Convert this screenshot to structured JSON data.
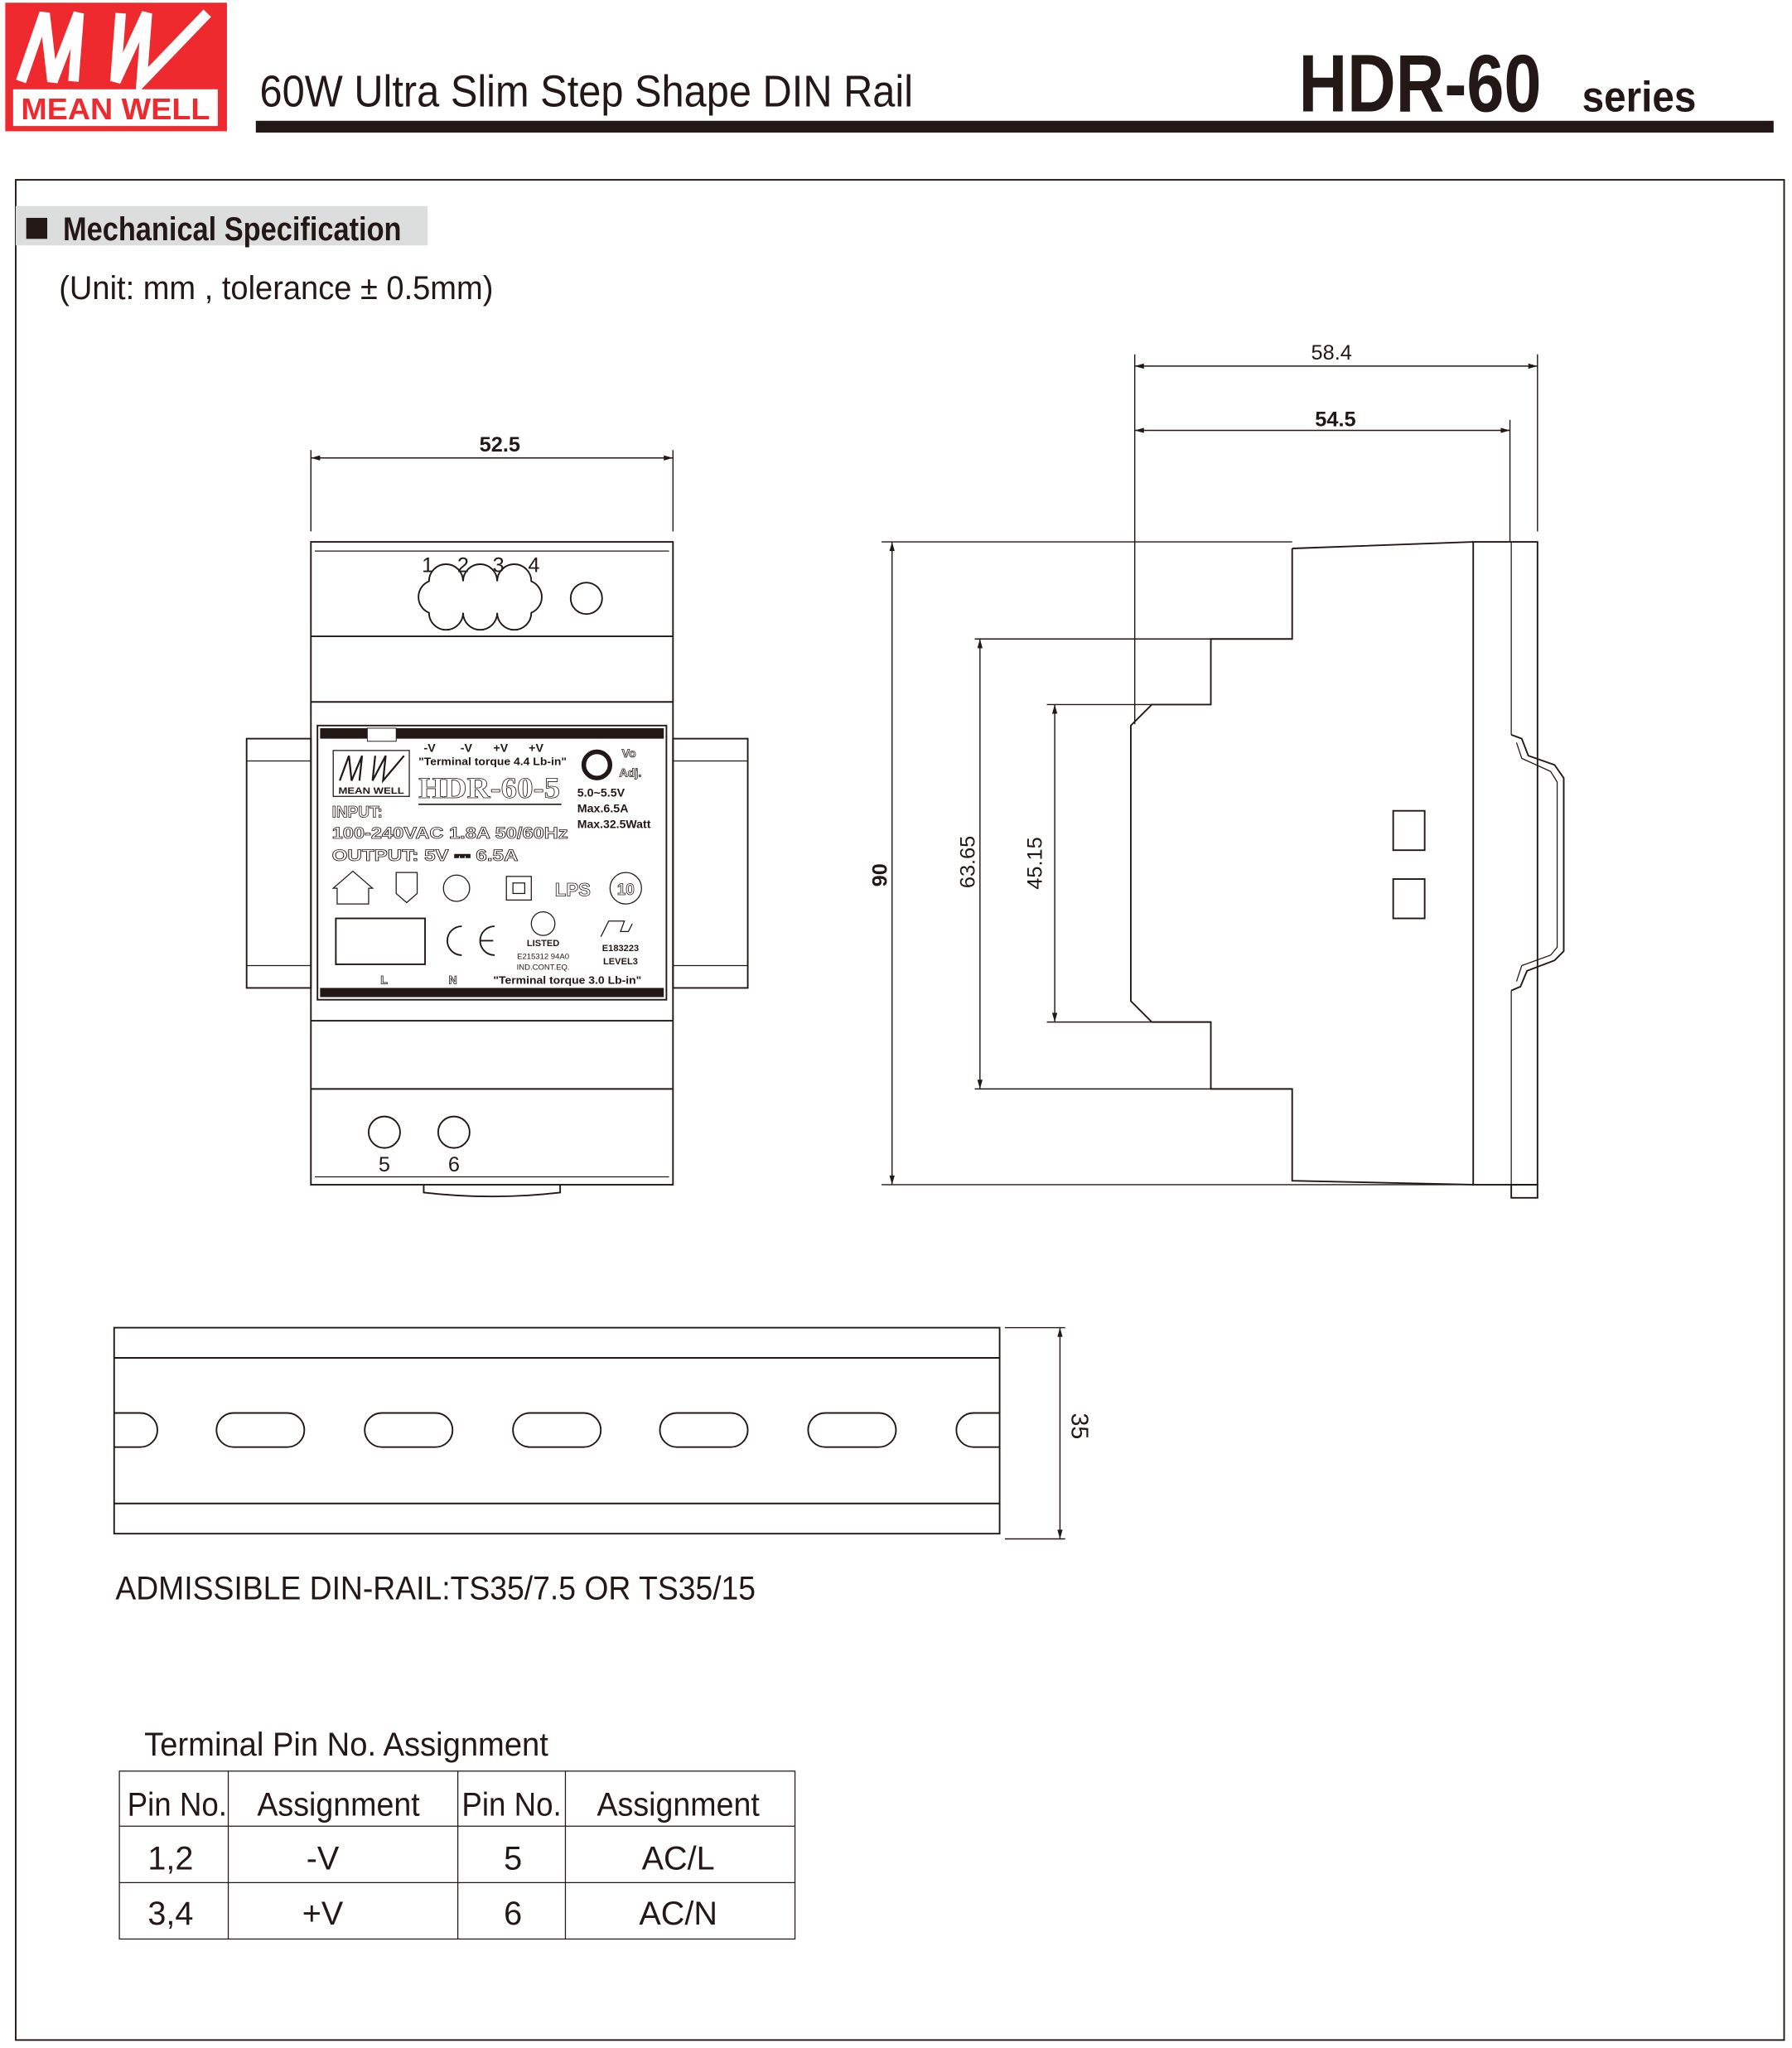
{
  "header": {
    "logo_mark": "MW",
    "logo_text": "MEAN WELL",
    "subtitle": "60W  Ultra Slim Step Shape DIN Rail",
    "model": "HDR-60",
    "series": "series",
    "brand_color": "#ee2a2e"
  },
  "section": {
    "title": "Mechanical Specification",
    "unit_note": "(Unit: mm , tolerance ± 0.5mm)"
  },
  "front_view": {
    "width_dim": "52.5",
    "top_pins": [
      "1",
      "2",
      "3",
      "4"
    ],
    "bottom_pins": [
      "5",
      "6"
    ],
    "label": {
      "terminals": [
        "-V",
        "-V",
        "+V",
        "+V"
      ],
      "torque_top": "\"Terminal torque 4.4 Lb-in\"",
      "logo_text": "MEAN WELL",
      "model": "HDR-60-5",
      "vo_adj": [
        "Vo",
        "Adj."
      ],
      "vo_range": "5.0~5.5V",
      "max_current": "Max.6.5A",
      "max_power": "Max.32.5Watt",
      "input_label": "INPUT:",
      "input_spec": "100-240VAC  1.8A  50/60Hz",
      "output_spec": "OUTPUT: 5V ⎓ 6.5A",
      "lps": "LPS",
      "eco_years": "10",
      "ul_listed": "LISTED",
      "ul_file": "E215312  94A0",
      "ul_cat": "IND.CONT.EQ.",
      "ur_file": "E183223",
      "ur_level": "LEVEL3",
      "bottom_terminals": [
        "L",
        "N"
      ],
      "torque_bottom": "\"Terminal torque 3.0 Lb-in\""
    }
  },
  "side_view": {
    "dims": {
      "overall_depth": "58.4",
      "body_depth": "54.5",
      "height": "90",
      "step1": "63.65",
      "step2": "45.15"
    }
  },
  "din_rail": {
    "height_dim": "35",
    "caption": "ADMISSIBLE DIN-RAIL:TS35/7.5 OR TS35/15"
  },
  "pin_table": {
    "title": "Terminal Pin No.  Assignment",
    "headers": [
      "Pin No.",
      "Assignment",
      "Pin No.",
      "Assignment"
    ],
    "rows": [
      [
        "1,2",
        "-V",
        "5",
        "AC/L"
      ],
      [
        "3,4",
        "+V",
        "6",
        "AC/N"
      ]
    ]
  }
}
